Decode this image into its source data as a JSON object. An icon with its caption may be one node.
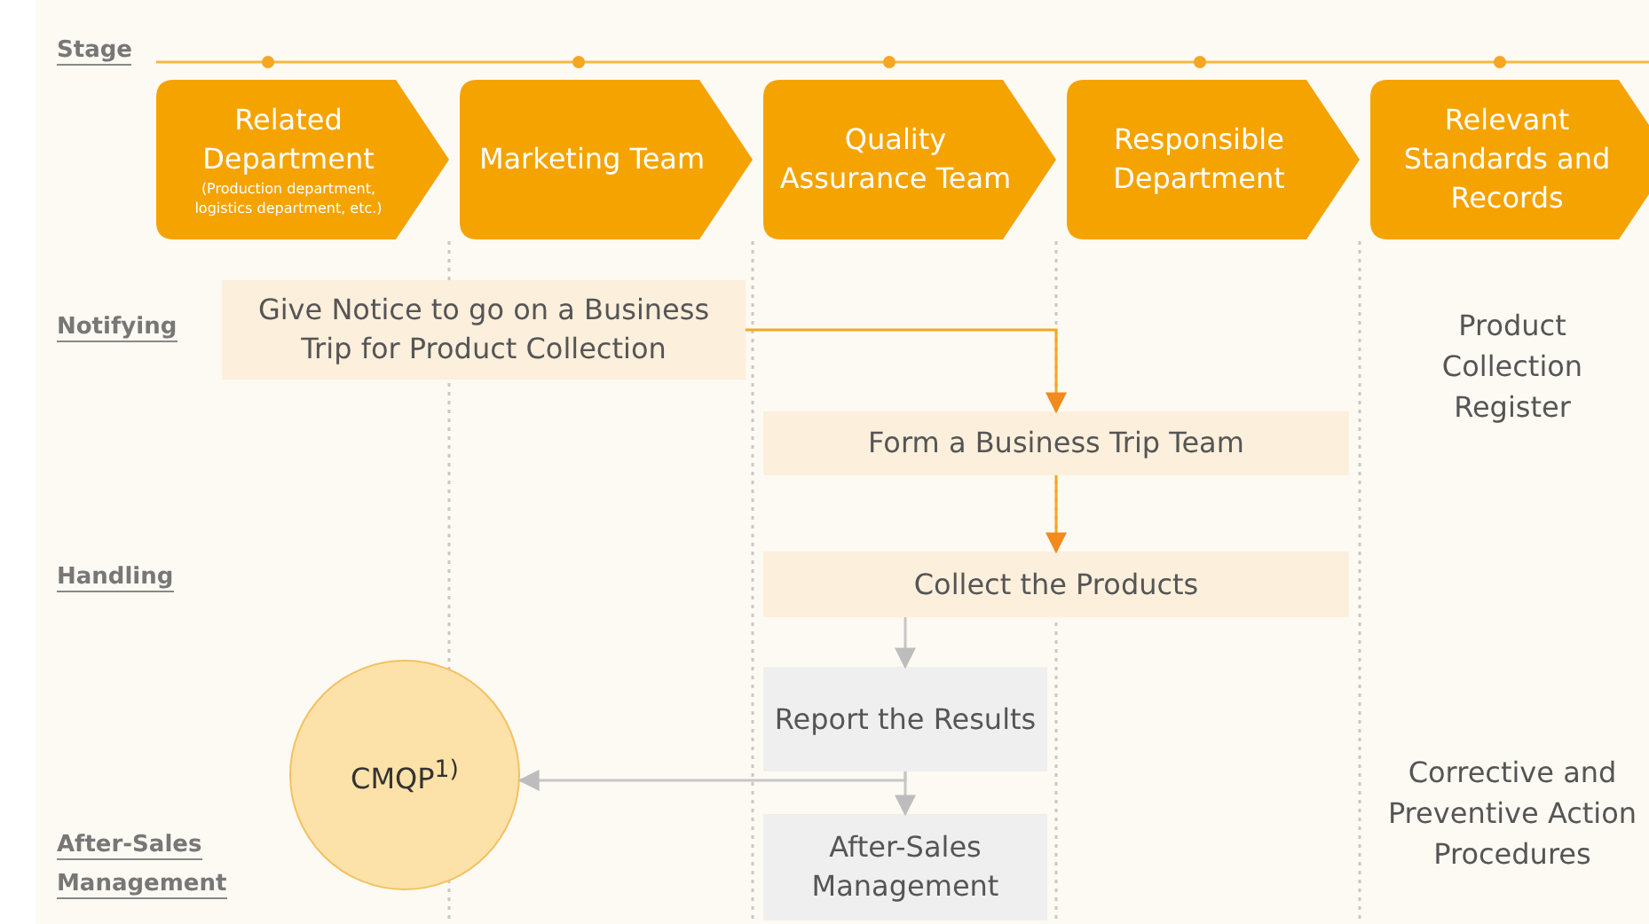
{
  "diagram": {
    "nodes": [
      {
        "text": [
          "Related Department",
          "(Production department, logistics department, etc.)"
        ]
      },
      {
        "text": [
          "Marketing Team"
        ]
      },
      {
        "text": [
          "Quality Assurance Team"
        ]
      },
      {
        "text": [
          "Responsible Department"
        ]
      },
      {
        "text": [
          "Relevant Standards and Records"
        ]
      },
      {
        "text": [
          "Give Notice to go on a Business Trip for Product Collection"
        ]
      },
      {
        "text": [
          "Form a Business Trip Team"
        ]
      },
      {
        "text": [
          "Collect the Products"
        ]
      },
      {
        "text": [
          "Report the Results"
        ]
      },
      {
        "text": [
          "After-Sales Management"
        ]
      },
      {
        "text": [
          "CMQP$^{1)}$"
        ]
      }
    ],
    "edges": [
      {
        "from": 5,
        "to": 6,
        "arrow": "to",
        "color": "#f5a623"
      },
      {
        "from": 6,
        "to": 7,
        "arrow": "to",
        "color": "#f5a623"
      },
      {
        "from": 7,
        "to": 8,
        "arrow": "to"
      },
      {
        "from": 8,
        "to": 9,
        "arrow": "to"
      },
      {
        "from": 8,
        "to": 10,
        "arrow": "to"
      }
    ],
    "labels": [
      "Stage",
      "Notifying",
      "Product Collection Register",
      "Handling",
      "Corrective and Preventive Action Procedures",
      "After-Sales Management"
    ]
  }
}
